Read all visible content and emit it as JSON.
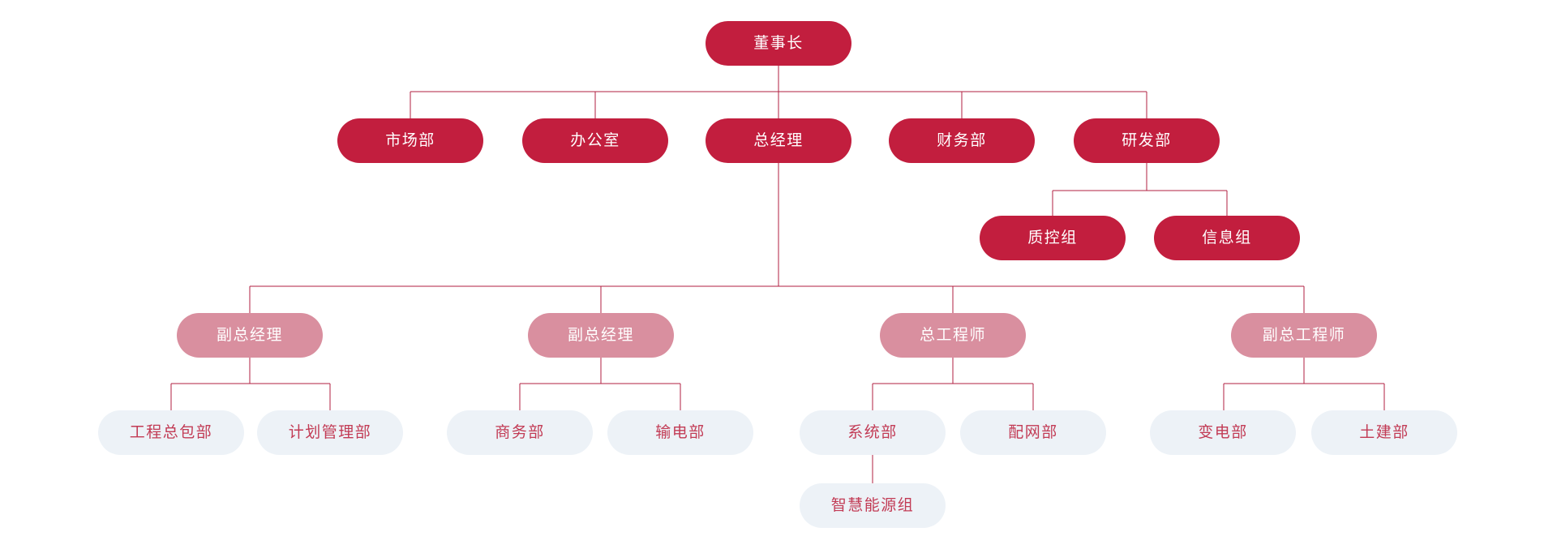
{
  "theme": {
    "bg": "#ffffff",
    "node_primary": "#c21e3e",
    "node_secondary": "#d98f9f",
    "node_tertiary_bg": "#edf2f7",
    "node_tertiary_text": "#c23b55",
    "node_text_light": "#ffffff",
    "connector": "#b01f40"
  },
  "org": {
    "type": "org-chart-tree",
    "nodes": [
      {
        "id": "chairman",
        "label": "董事长",
        "tier": "primary",
        "parent": null
      },
      {
        "id": "marketing-dept",
        "label": "市场部",
        "tier": "primary",
        "parent": "chairman"
      },
      {
        "id": "office",
        "label": "办公室",
        "tier": "primary",
        "parent": "chairman"
      },
      {
        "id": "general-manager",
        "label": "总经理",
        "tier": "primary",
        "parent": "chairman"
      },
      {
        "id": "finance-dept",
        "label": "财务部",
        "tier": "primary",
        "parent": "chairman"
      },
      {
        "id": "rnd-dept",
        "label": "研发部",
        "tier": "primary",
        "parent": "chairman"
      },
      {
        "id": "qc-group",
        "label": "质控组",
        "tier": "primary",
        "parent": "rnd-dept"
      },
      {
        "id": "info-group",
        "label": "信息组",
        "tier": "primary",
        "parent": "rnd-dept"
      },
      {
        "id": "deputy-gm-1",
        "label": "副总经理",
        "tier": "secondary",
        "parent": "general-manager"
      },
      {
        "id": "deputy-gm-2",
        "label": "副总经理",
        "tier": "secondary",
        "parent": "general-manager"
      },
      {
        "id": "chief-engineer",
        "label": "总工程师",
        "tier": "secondary",
        "parent": "general-manager"
      },
      {
        "id": "deputy-chief-eng",
        "label": "副总工程师",
        "tier": "secondary",
        "parent": "general-manager"
      },
      {
        "id": "epc-dept",
        "label": "工程总包部",
        "tier": "tertiary",
        "parent": "deputy-gm-1"
      },
      {
        "id": "planning-dept",
        "label": "计划管理部",
        "tier": "tertiary",
        "parent": "deputy-gm-1"
      },
      {
        "id": "business-dept",
        "label": "商务部",
        "tier": "tertiary",
        "parent": "deputy-gm-2"
      },
      {
        "id": "transmission-dept",
        "label": "输电部",
        "tier": "tertiary",
        "parent": "deputy-gm-2"
      },
      {
        "id": "system-dept",
        "label": "系统部",
        "tier": "tertiary",
        "parent": "chief-engineer"
      },
      {
        "id": "distribution-dept",
        "label": "配网部",
        "tier": "tertiary",
        "parent": "chief-engineer"
      },
      {
        "id": "substation-dept",
        "label": "变电部",
        "tier": "tertiary",
        "parent": "deputy-chief-eng"
      },
      {
        "id": "civil-dept",
        "label": "土建部",
        "tier": "tertiary",
        "parent": "deputy-chief-eng"
      },
      {
        "id": "smart-energy",
        "label": "智慧能源组",
        "tier": "tertiary",
        "parent": "system-dept"
      }
    ]
  }
}
